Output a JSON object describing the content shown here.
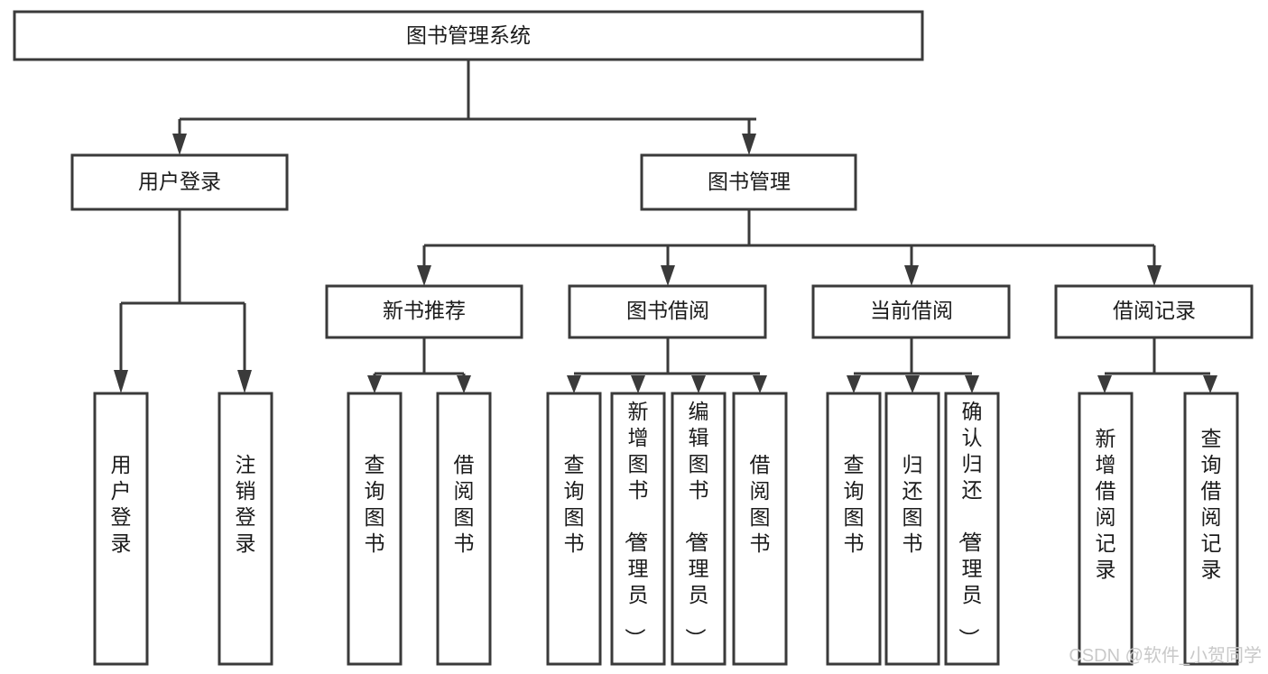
{
  "diagram": {
    "title": "图书管理系统",
    "type": "tree",
    "orientation": "top-down",
    "colors": {
      "box_fill": "#ffffff",
      "box_stroke": "#3a3a3a",
      "text": "#1b1b1b",
      "watermark": "#c9c9c9",
      "background": "#ffffff"
    },
    "root": {
      "label": "图书管理系统",
      "name": "root-node-library-management-system"
    },
    "level2": [
      {
        "label": "用户登录",
        "name": "node-user-login"
      },
      {
        "label": "图书管理",
        "name": "node-book-management"
      }
    ],
    "level3": [
      {
        "label": "新书推荐",
        "name": "node-new-book-recommendation"
      },
      {
        "label": "图书借阅",
        "name": "node-book-borrowing"
      },
      {
        "label": "当前借阅",
        "name": "node-current-borrowing"
      },
      {
        "label": "借阅记录",
        "name": "node-borrowing-records"
      }
    ],
    "leaves": {
      "user_login": [
        {
          "label": "用户登录",
          "name": "leaf-user-login"
        },
        {
          "label": "注销登录",
          "name": "leaf-logout"
        }
      ],
      "new_book_recommendation": [
        {
          "label": "查询图书",
          "name": "leaf-query-books-recommend"
        },
        {
          "label": "借阅图书",
          "name": "leaf-borrow-books-recommend"
        }
      ],
      "book_borrowing": [
        {
          "label": "查询图书",
          "name": "leaf-query-books-borrow"
        },
        {
          "label": "新增图书（管理员）",
          "name": "leaf-add-book-admin"
        },
        {
          "label": "编辑图书（管理员）",
          "name": "leaf-edit-book-admin"
        },
        {
          "label": "借阅图书",
          "name": "leaf-borrow-books"
        }
      ],
      "current_borrowing": [
        {
          "label": "查询图书",
          "name": "leaf-query-books-current"
        },
        {
          "label": "归还图书",
          "name": "leaf-return-books"
        },
        {
          "label": "确认归还（管理员）",
          "name": "leaf-confirm-return-admin"
        }
      ],
      "borrowing_records": [
        {
          "label": "新增借阅记录",
          "name": "leaf-add-borrow-record"
        },
        {
          "label": "查询借阅记录",
          "name": "leaf-query-borrow-record"
        }
      ]
    }
  },
  "watermark": {
    "text": "CSDN @软件_小贺同学"
  }
}
